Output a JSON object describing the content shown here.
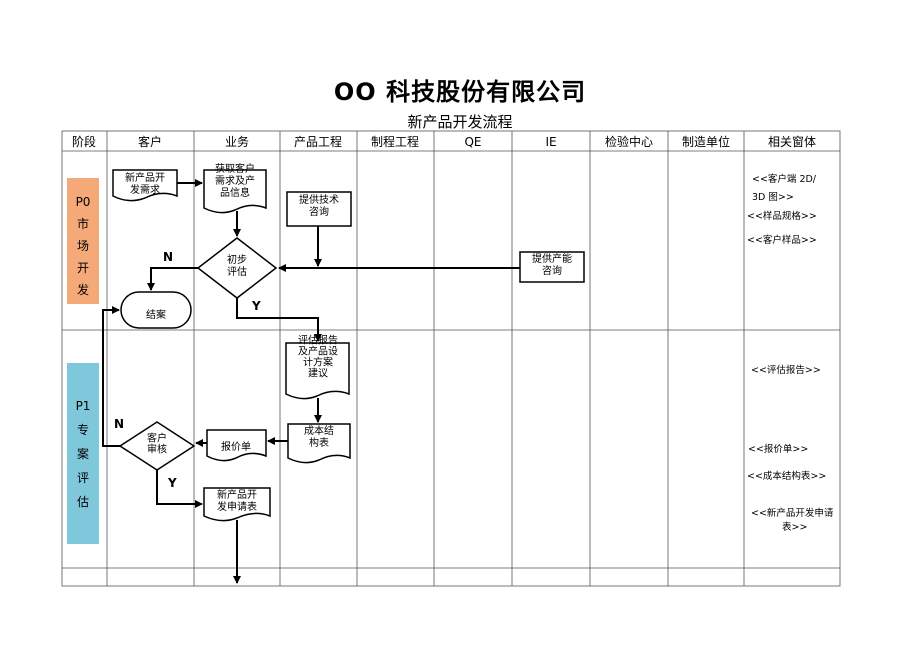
{
  "title": "OO 科技股份有限公司",
  "subtitle": "新产品开发流程",
  "headers": [
    "阶段",
    "客户",
    "业务",
    "产品工程",
    "制程工程",
    "QE",
    "IE",
    "检验中心",
    "制造单位",
    "相关窗体"
  ],
  "phases": {
    "p0": [
      "P0",
      "市",
      "场",
      "开",
      "发"
    ],
    "p1": [
      "P1",
      "专",
      "案",
      "评",
      "估"
    ]
  },
  "colors": {
    "p0": "#f5a978",
    "p1": "#7fc8dc"
  },
  "boxes": {
    "new_demand": [
      "新产品开",
      "发需求"
    ],
    "get_info": [
      "获取客户",
      "需求及产",
      "品信息"
    ],
    "tech_consult": [
      "提供技术",
      "咨询"
    ],
    "capacity_consult": [
      "提供产能",
      "咨询"
    ],
    "initial_eval": [
      "初步",
      "评估"
    ],
    "close": [
      "结案"
    ],
    "eval_report": [
      "评估报告",
      "及产品设",
      "计方案",
      "建议"
    ],
    "cost_table": [
      "成本结",
      "构表"
    ],
    "quote": [
      "报价单"
    ],
    "customer_review": [
      "客户",
      "审核"
    ],
    "new_app": [
      "新产品开",
      "发申请表"
    ]
  },
  "labels": {
    "n1": "N",
    "y1": "Y",
    "n2": "N",
    "y2": "Y"
  },
  "forms": {
    "p0": [
      "<<客户端 2D/",
      "3D 图>>",
      "<<样品规格>>",
      "<<客户样品>>"
    ],
    "p1": [
      "<<评估报告>>",
      "<<报价单>>",
      "<<成本结构表>>",
      "<<新产品开发申请",
      "表>>"
    ]
  }
}
